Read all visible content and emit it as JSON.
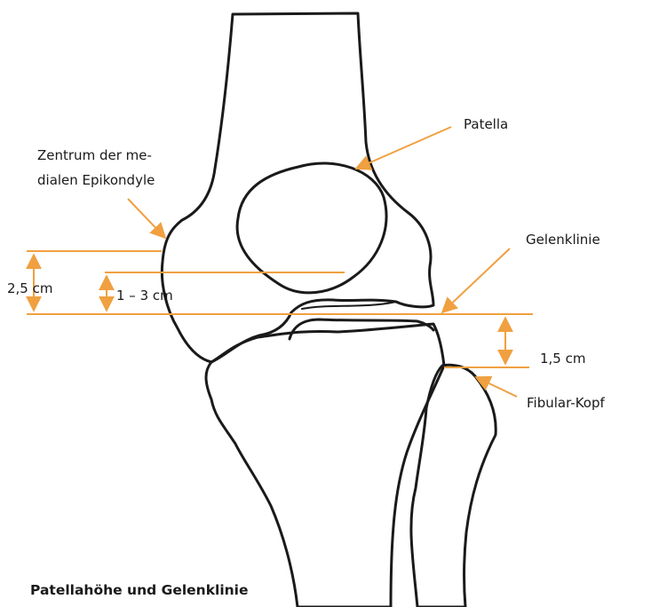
{
  "labels": {
    "epicondyle_line1": "Zentrum der me-",
    "epicondyle_line2": "dialen Epikondyle",
    "patella": "Patella",
    "joint_line": "Gelenklinie",
    "measure_25": "2,5 cm",
    "measure_13": "1 – 3 cm",
    "measure_15": "1,5 cm",
    "fibular_head": "Fibular-Kopf"
  },
  "caption": "Patellahöhe und Gelenklinie",
  "colors": {
    "accent": "#F0A040",
    "outline": "#1a1a1a"
  }
}
